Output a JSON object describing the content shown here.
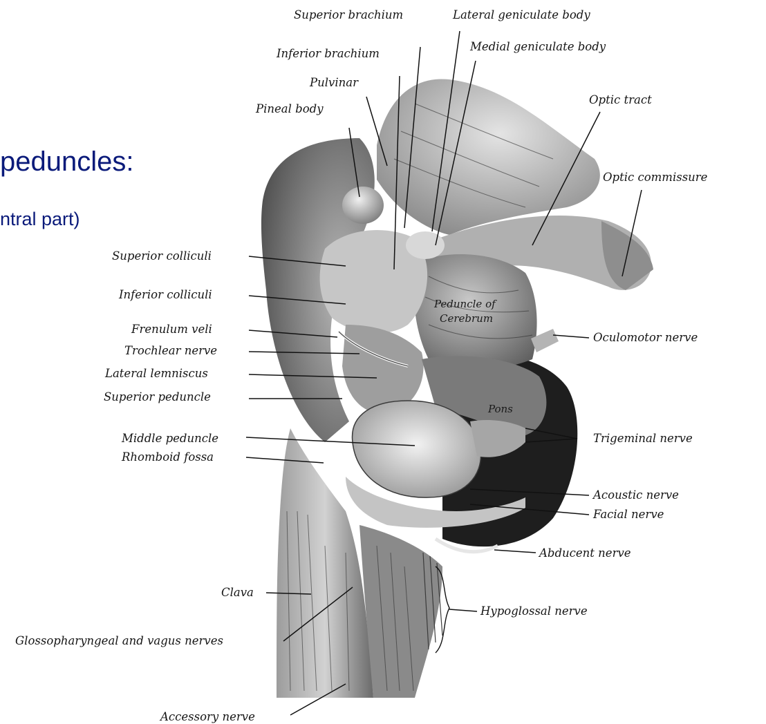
{
  "slide": {
    "heading": "peduncles:",
    "subheading": "ntral part)"
  },
  "labels": {
    "superior_brachium": "Superior brachium",
    "lateral_geniculate_body": "Lateral geniculate body",
    "inferior_brachium": "Inferior brachium",
    "medial_geniculate_body": "Medial geniculate body",
    "pulvinar": "Pulvinar",
    "pineal_body": "Pineal body",
    "optic_tract": "Optic tract",
    "optic_commissure": "Optic commissure",
    "superior_colliculi": "Superior colliculi",
    "inferior_colliculi": "Inferior colliculi",
    "frenulum_veli": "Frenulum veli",
    "trochlear_nerve": "Trochlear nerve",
    "lateral_lemniscus": "Lateral lemniscus",
    "superior_peduncle": "Superior peduncle",
    "middle_peduncle": "Middle peduncle",
    "rhomboid_fossa": "Rhomboid fossa",
    "clava": "Clava",
    "glossopharyngeal_vagus": "Glossopharyngeal and vagus nerves",
    "accessory_nerve": "Accessory nerve",
    "oculomotor_nerve": "Oculomotor nerve",
    "trigeminal_nerve": "Trigeminal nerve",
    "acoustic_nerve": "Acoustic nerve",
    "facial_nerve": "Facial nerve",
    "abducent_nerve": "Abducent nerve",
    "hypoglossal_nerve": "Hypoglossal nerve",
    "peduncle_of": "Peduncle of",
    "cerebrum": "Cerebrum",
    "pons": "Pons"
  },
  "colors": {
    "heading": "#0a1a7a",
    "ink": "#151515"
  }
}
